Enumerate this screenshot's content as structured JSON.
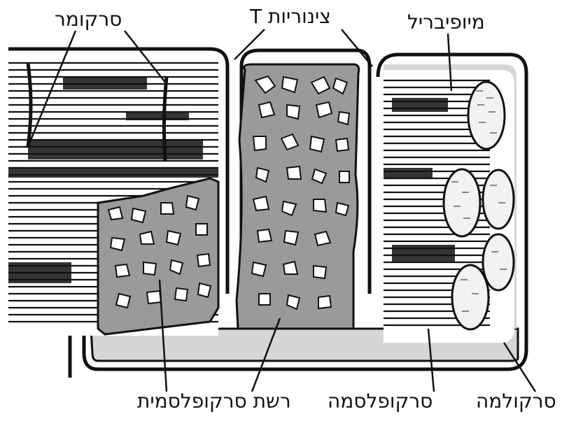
{
  "labels": {
    "sarcomere": "סרקומר",
    "t_tubules": "צינוריות T",
    "myofibril": "מיופיבריל",
    "sarcoplasmic_reticulum": "רשת סרקופלסמית",
    "sarcoplasm": "סרקופלסמה",
    "sarcolemma": "סרקולמה"
  },
  "colors": {
    "ink": "#111111",
    "sr_fill": "#9a9a9a",
    "sarcoplasm_fill": "#d6d6d6",
    "background": "#ffffff"
  }
}
